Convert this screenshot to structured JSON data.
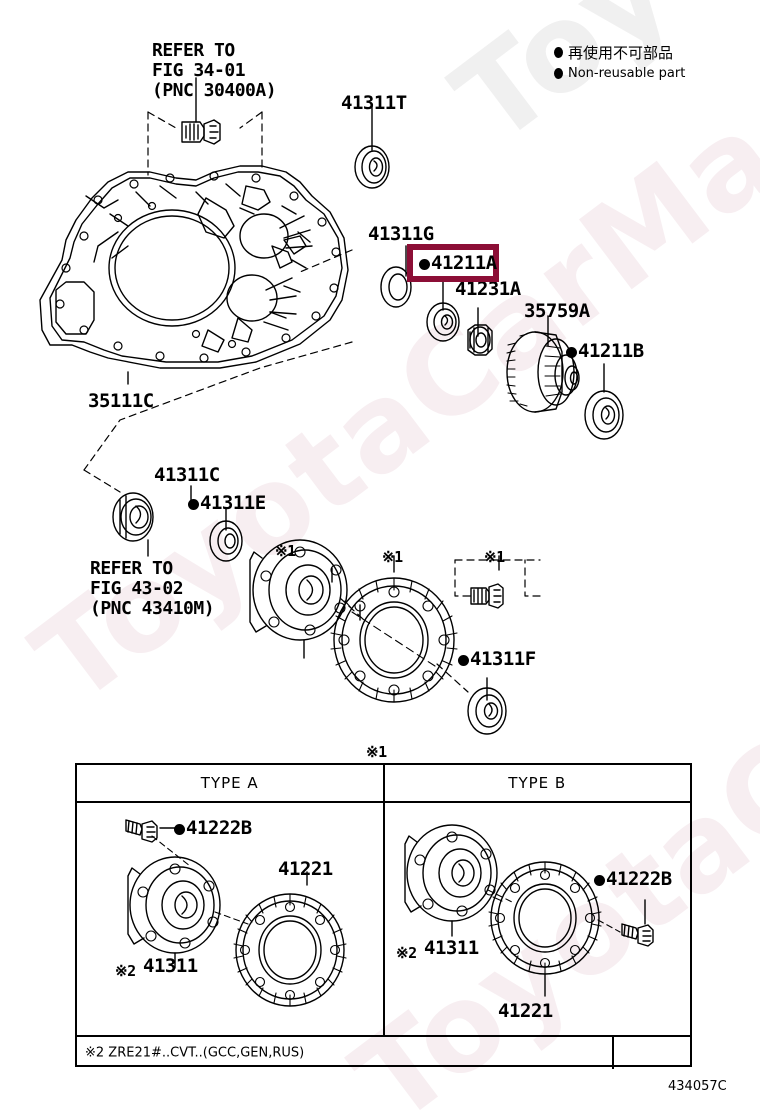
{
  "meta": {
    "diagram_code": "434057C",
    "watermark_text": "ToyotaCarMae.ru"
  },
  "legend": {
    "jp_text": "再使用不可部品",
    "en_text": "Non-reusable part",
    "marker": "filled-circle"
  },
  "refs": {
    "ref1_line1": "REFER TO",
    "ref1_line2": "FIG 34-01",
    "ref1_line3": "(PNC 30400A)",
    "ref2_line1": "REFER TO",
    "ref2_line2": "FIG 43-02",
    "ref2_line3": "(PNC 43410M)"
  },
  "callouts": {
    "c_41311T": "41311T",
    "c_41311G": "41311G",
    "c_41231A": "41231A",
    "c_35759A": "35759A",
    "c_41211B": "41211B",
    "c_35111C": "35111C",
    "c_41311C": "41311C",
    "c_41311E": "41311E",
    "c_41311F": "41311F",
    "mark1_a": "※1",
    "mark1_b": "※1",
    "mark1_c": "※1",
    "mark1_table": "※1"
  },
  "highlight": {
    "part_number": "41211A",
    "color": "#8c0e36",
    "has_dot": true
  },
  "table": {
    "header": [
      "TYPE A",
      "TYPE B"
    ],
    "type_a": {
      "bolt_label": "41222B",
      "gear_label": "41221",
      "hub_label": "41311",
      "hub_mark": "※2"
    },
    "type_b": {
      "bolt_label": "41222B",
      "gear_label": "41221",
      "hub_label": "41311",
      "hub_mark": "※2"
    },
    "footnote": "※2 ZRE21#..CVT..(GCC,GEN,RUS)"
  }
}
